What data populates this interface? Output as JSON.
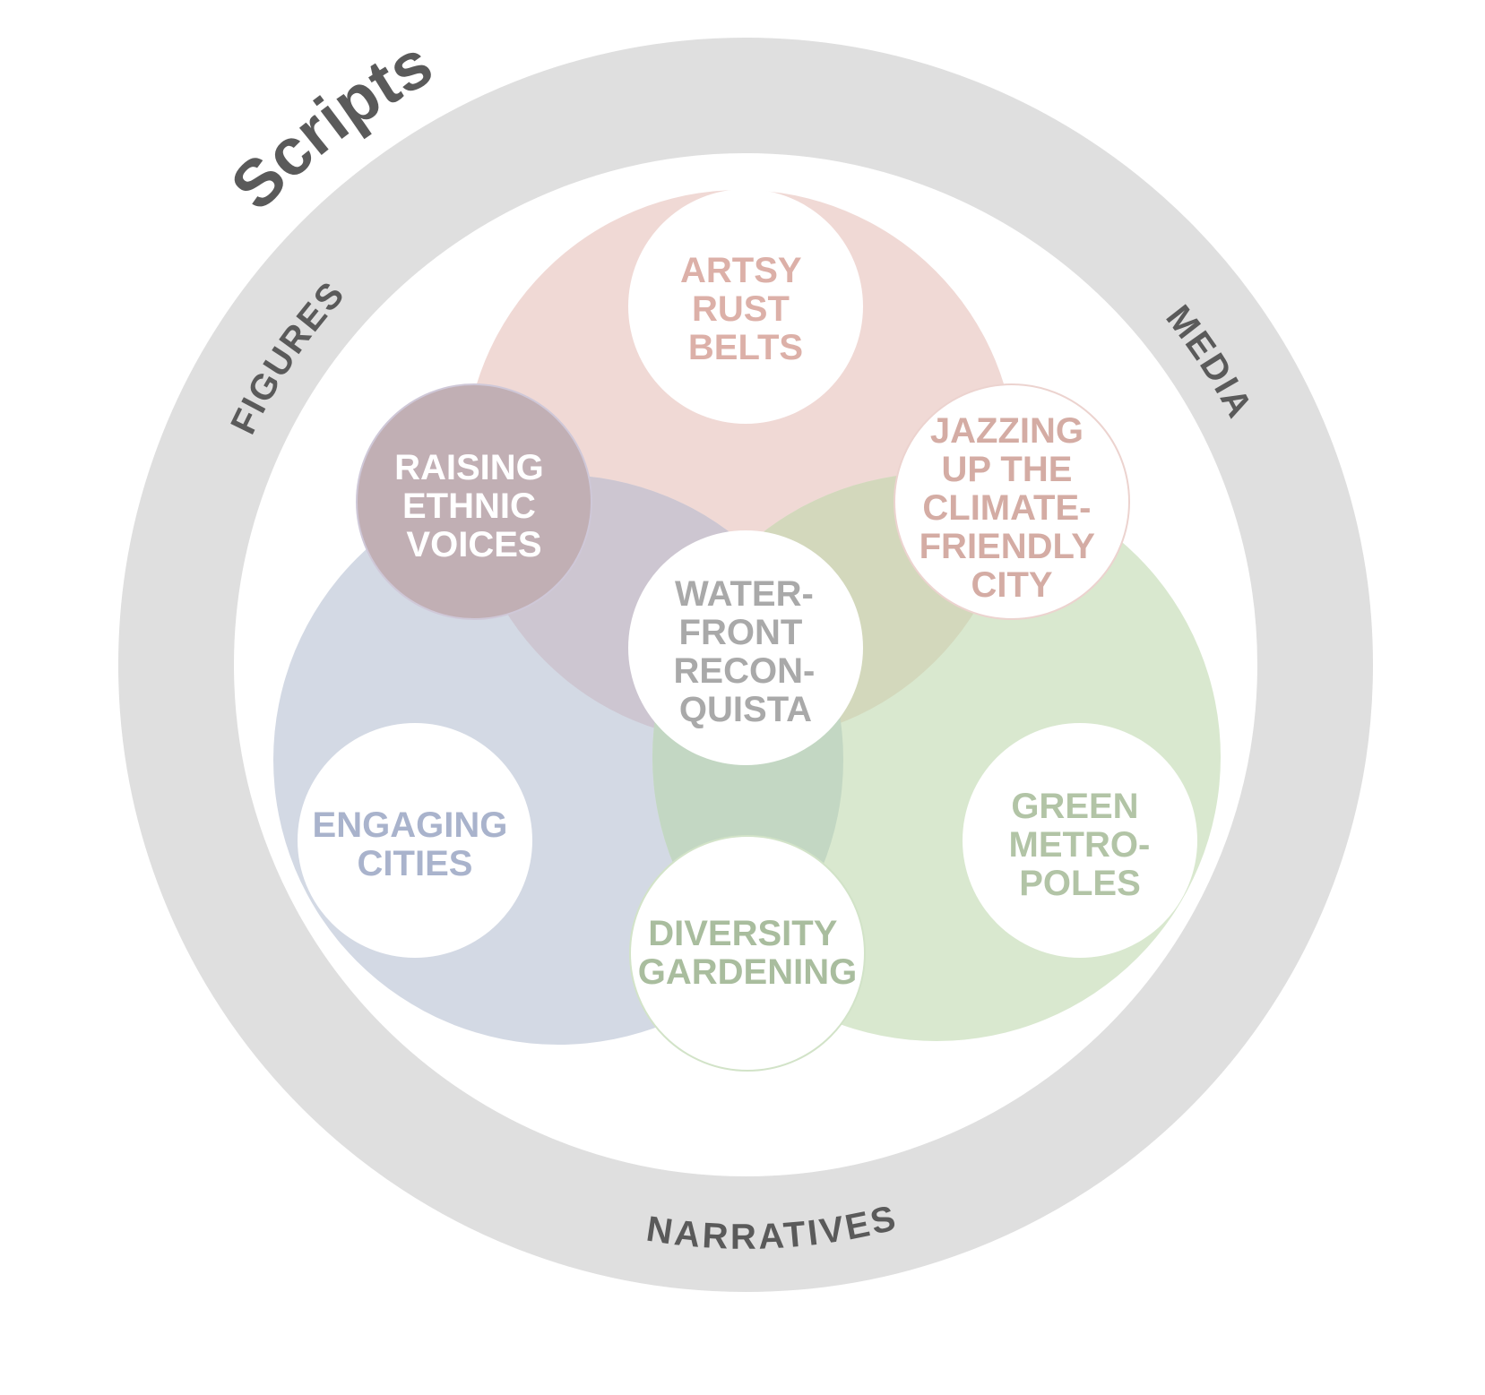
{
  "title": "Scripts",
  "ring_labels": {
    "figures": "FIGURES",
    "media": "MEDIA",
    "narratives": "NARRATIVES"
  },
  "colors": {
    "ring": "#dfdfdf",
    "pink": "#f0d9d5",
    "blue": "#d3d9e4",
    "green": "#d9e8cf",
    "pink_blue": "#cdc6d1",
    "pink_green": "#d3d8bc",
    "blue_green": "#c3d7c3"
  },
  "nodes": [
    {
      "id": "artsy",
      "lines": [
        "ARTSY",
        "RUST",
        "BELTS"
      ],
      "color": "#dcb0a8"
    },
    {
      "id": "raising",
      "lines": [
        "RAISING",
        "ETHNIC",
        "VOICES"
      ],
      "color": "#ffffff"
    },
    {
      "id": "jazzing",
      "lines": [
        "JAZZING",
        "UP THE",
        "CLIMATE-",
        "FRIENDLY",
        "CITY"
      ],
      "color": "#d4aca4"
    },
    {
      "id": "waterfront",
      "lines": [
        "WATER-",
        "FRONT",
        "RECON-",
        "QUISTA"
      ],
      "color": "#a9a9a9"
    },
    {
      "id": "engaging",
      "lines": [
        "ENGAGING",
        "CITIES"
      ],
      "color": "#a9b3cc"
    },
    {
      "id": "diversity",
      "lines": [
        "DIVERSITY",
        "GARDENING"
      ],
      "color": "#a9bd9e"
    },
    {
      "id": "green",
      "lines": [
        "GREEN",
        "METRO-",
        "POLES"
      ],
      "color": "#b2c4a6"
    }
  ]
}
